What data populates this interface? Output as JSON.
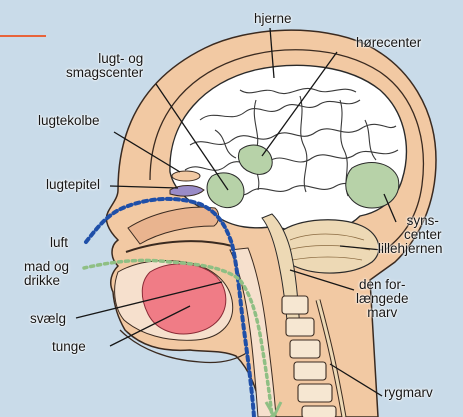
{
  "diagram": {
    "language": "da",
    "labels": {
      "hjerne": "hjerne",
      "horecenter": "hørecenter",
      "lugt_smag": "lugt- og\nsmagscenter",
      "lugtekolbe": "lugtekolbe",
      "lugtepitel": "lugtepitel",
      "syns": "syns-\ncenter",
      "luft": "luft",
      "lillehjernen": "lillehjernen",
      "mad": "mad og\ndrikke",
      "forlaengede": "den for-\nlængede\nmarv",
      "svaelg": "svælg",
      "tunge": "tunge",
      "rygmarv": "rygmarv"
    },
    "colors": {
      "background": "#c9dbe9",
      "skin": "#f2c9a3",
      "brain": "#ffffff",
      "brain_outline": "#2a2a2a",
      "sense_areas": "#b7d2a8",
      "cerebellum": "#edd9b5",
      "tongue": "#f07c86",
      "olfactory_epithelium": "#9a8cc8",
      "air_path": "#1f4fa8",
      "food_path": "#8fbf84",
      "vertebrae": "#f6e7d2"
    },
    "paths": [
      "air_path",
      "food_path"
    ]
  }
}
